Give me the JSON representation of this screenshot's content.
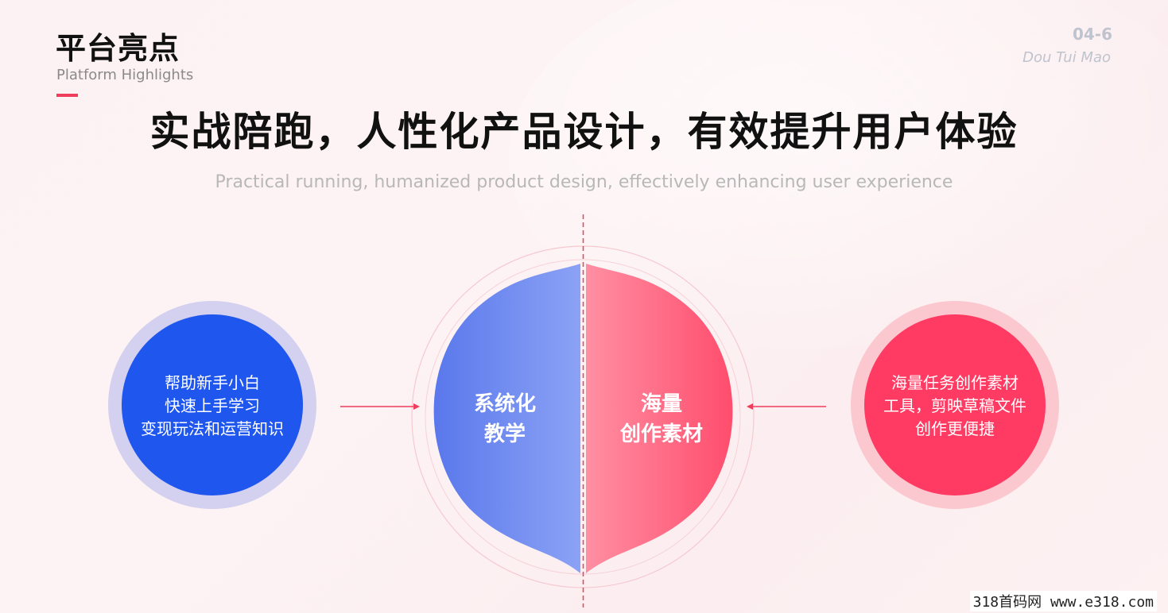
{
  "header": {
    "title": "平台亮点",
    "subtitle": "Platform Highlights",
    "page_number": "04-6",
    "brand": "Dou Tui Mao"
  },
  "headline": "实战陪跑，人性化产品设计，有效提升用户体验",
  "subheadline": "Practical running, humanized product design, effectively enhancing user experience",
  "left_circle": {
    "lines": [
      "帮助新手小白",
      "快速上手学习",
      "变现玩法和运营知识"
    ]
  },
  "center_left": {
    "lines": [
      "系统化",
      "教学"
    ]
  },
  "center_right": {
    "lines": [
      "海量",
      "创作素材"
    ]
  },
  "right_circle": {
    "lines": [
      "海量任务创作素材",
      "工具，剪映草稿文件",
      "创作更便捷"
    ]
  },
  "watermark": "318首码网  www.e318.com",
  "colors": {
    "blue": "#1f56ee",
    "pink": "#ff3b63",
    "accent": "#ef3d5c"
  }
}
